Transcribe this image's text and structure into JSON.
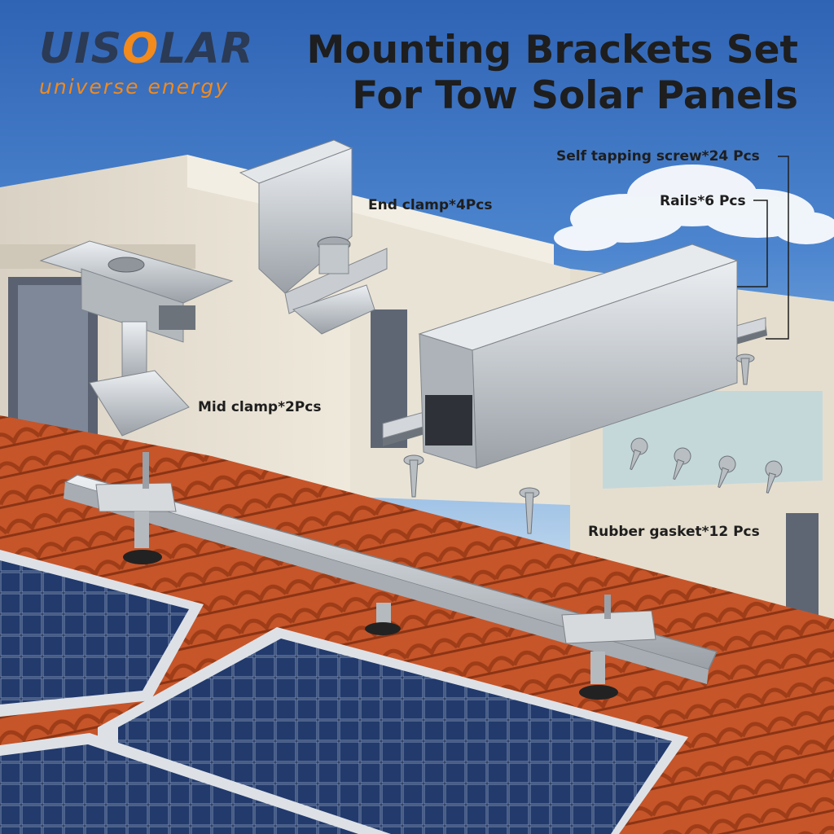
{
  "brand": {
    "name_prefix": "UIS",
    "name_o": "O",
    "name_suffix": "LAR",
    "tagline": "universe energy",
    "accent_color": "#f28a1c",
    "name_color": "#2b3a55"
  },
  "title": {
    "line1": "Mounting Brackets Set",
    "line2": "For Tow Solar Panels"
  },
  "labels": {
    "self_tapping_screw": "Self tapping screw*24 Pcs",
    "rails": "Rails*6 Pcs",
    "end_clamp": "End clamp*4Pcs",
    "mid_clamp": "Mid clamp*2Pcs",
    "rubber_gasket": "Rubber gasket*12 Pcs"
  },
  "colors": {
    "sky": "#3f77c4",
    "roof_tile": "#c6552a",
    "aluminum": "#c9cdd1",
    "panel": "#1b2a4a"
  }
}
